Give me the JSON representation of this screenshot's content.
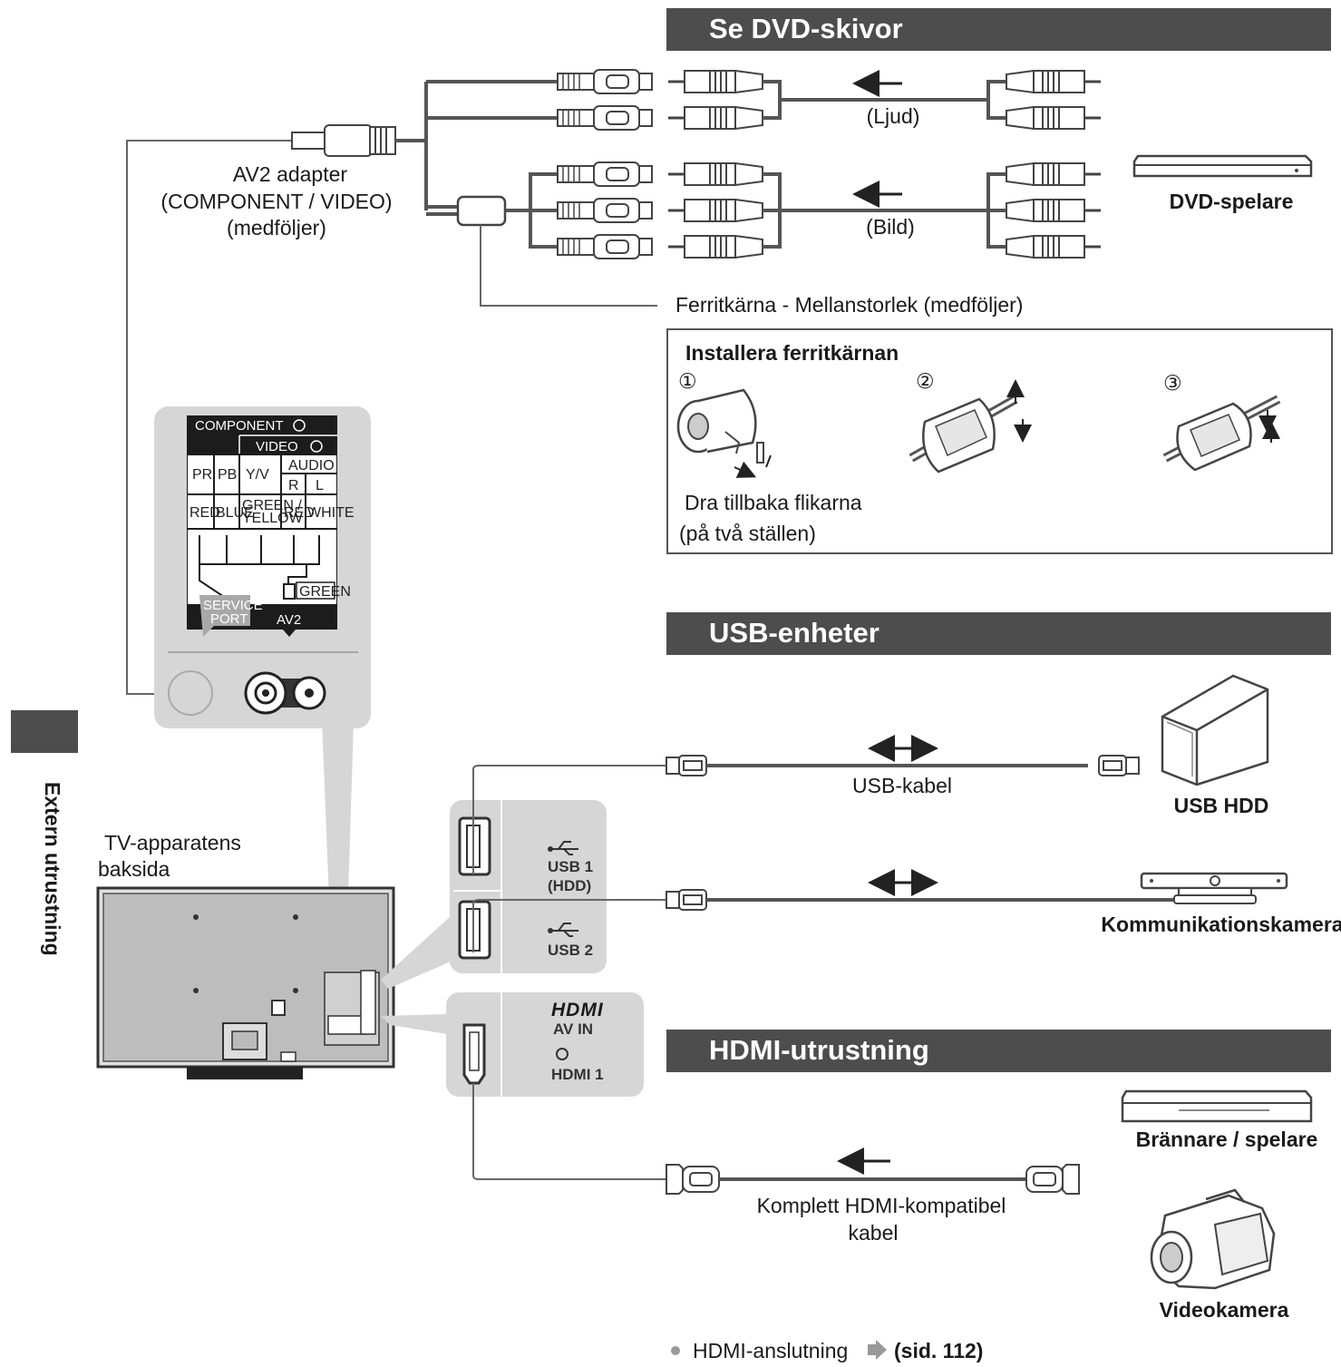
{
  "sections": {
    "dvd": "Se DVD-skivor",
    "usb": "USB-enheter",
    "hdmi": "HDMI-utrustning"
  },
  "side_tab": "Extern utrustning",
  "av2": {
    "line1": "AV2 adapter",
    "line2": "(COMPONENT / VIDEO)",
    "line3": "(medföljer)",
    "audio_label": "(Ljud)",
    "video_label": "(Bild)",
    "ferrite_label": "Ferritkärna - Mellanstorlek (medföljer)"
  },
  "install": {
    "title": "Installera ferritkärnan",
    "step1": "①",
    "step2": "②",
    "step3": "③",
    "note1": "Dra tillbaka flikarna",
    "note2": "(på två ställen)"
  },
  "panel": {
    "component": "COMPONENT",
    "video": "VIDEO",
    "pr": "PR",
    "pb": "PB",
    "yv": "Y/V",
    "audio": "AUDIO",
    "r": "R",
    "l": "L",
    "red": "RED",
    "blue": "BLUE",
    "green_yellow_1": "GREEN /",
    "green_yellow_2": "YELLOW",
    "red2": "RED",
    "white": "WHITE",
    "green": "GREEN",
    "service_1": "SERVICE",
    "service_2": "PORT",
    "av2": "AV2"
  },
  "devices": {
    "dvd_player": "DVD-spelare",
    "usb_hdd": "USB HDD",
    "camera": "Kommunikationskamera",
    "recorder": "Brännare / spelare",
    "camcorder": "Videokamera"
  },
  "cables": {
    "usb": "USB-kabel",
    "hdmi_1": "Komplett HDMI-kompatibel",
    "hdmi_2": "kabel"
  },
  "ports": {
    "usb1_1": "USB 1",
    "usb1_2": "(HDD)",
    "usb2": "USB 2",
    "hdmi_logo": "HDMI",
    "av_in": "AV IN",
    "hdmi1": "HDMI 1"
  },
  "tv": {
    "line1": "TV-apparatens",
    "line2": "baksida"
  },
  "footer": {
    "text": "HDMI-anslutning",
    "ref": "(sid. 112)"
  },
  "colors": {
    "header_bg": "#4d4d4d",
    "panel_bg": "#d6d6d6",
    "panel_dark": "#1c1c1c"
  }
}
